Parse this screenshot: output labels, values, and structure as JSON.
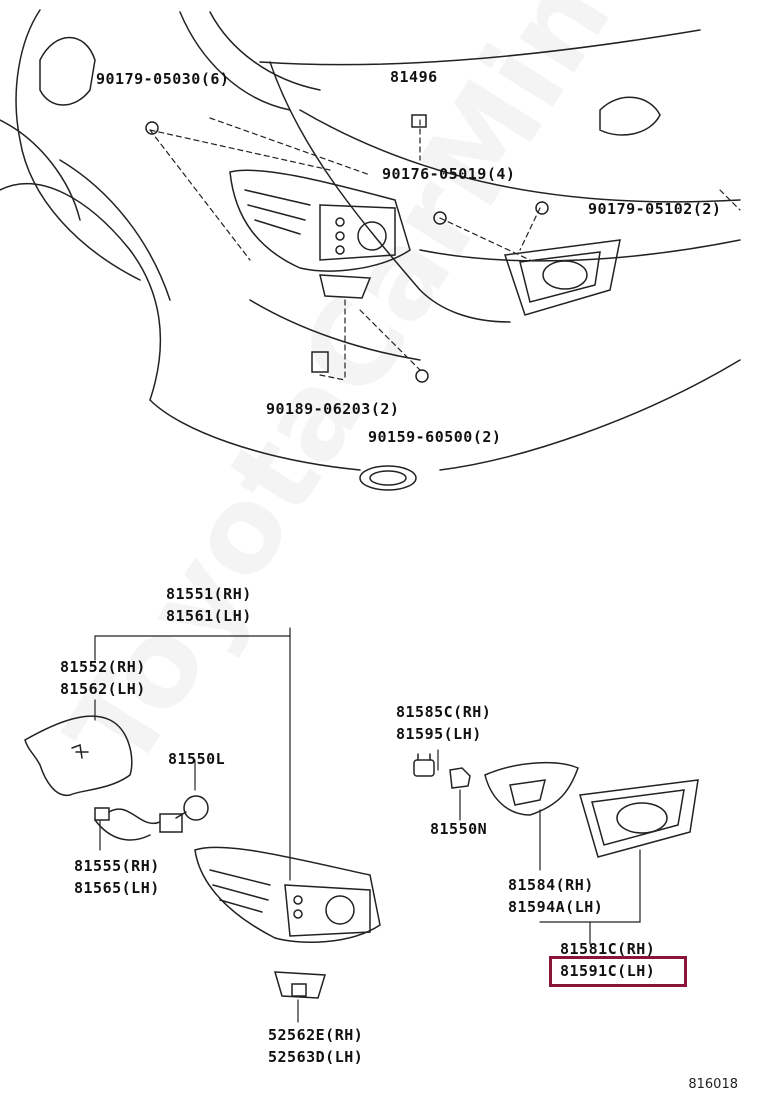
{
  "watermark": "ToyotaCarMine.ru",
  "diagram_ref": "816018",
  "highlight_color": "#8b1538",
  "labels": {
    "p90179_05030": "90179-05030(6)",
    "p81496": "81496",
    "p90176_05019": "90176-05019(4)",
    "p90179_05102": "90179-05102(2)",
    "p90189_06203": "90189-06203(2)",
    "p90159_60500": "90159-60500(2)",
    "p81551": "81551(RH)",
    "p81561": "81561(LH)",
    "p81552": "81552(RH)",
    "p81562": "81562(LH)",
    "p81550L": "81550L",
    "p81555": "81555(RH)",
    "p81565": "81565(LH)",
    "p52562E": "52562E(RH)",
    "p52563D": "52563D(LH)",
    "p81585C": "81585C(RH)",
    "p81595": "81595(LH)",
    "p81550N": "81550N",
    "p81584": "81584(RH)",
    "p81594A": "81594A(LH)",
    "p81581C": "81581C(RH)",
    "p81591C": "81591C(LH)"
  }
}
